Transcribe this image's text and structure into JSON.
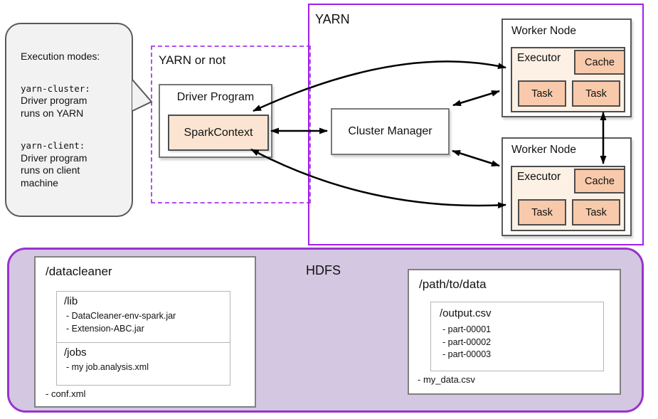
{
  "colors": {
    "yarn_border": "#a21cf0",
    "dashed_border": "#b14df0",
    "hdfs_border": "#9933cc",
    "hdfs_fill": "#d4c7e2",
    "spark_context_fill": "#fbe5d2",
    "executor_fill": "#fdf1e5",
    "cache_task_fill": "#f8caab",
    "bubble_fill": "#f2f2f2",
    "arrow": "#000000"
  },
  "bubble": {
    "title": "Execution modes:",
    "mode1_name": "yarn-cluster:",
    "mode1_line1": "Driver program",
    "mode1_line2": "runs on YARN",
    "mode2_name": "yarn-client:",
    "mode2_line1": "Driver program",
    "mode2_line2": "runs on client",
    "mode2_line3": "machine"
  },
  "yarn_or_not": {
    "label": "YARN or not"
  },
  "driver": {
    "label": "Driver Program",
    "spark_context": "SparkContext"
  },
  "yarn": {
    "label": "YARN"
  },
  "cluster_manager": {
    "label": "Cluster Manager"
  },
  "workers": [
    {
      "label": "Worker Node",
      "executor": "Executor",
      "cache": "Cache",
      "tasks": [
        "Task",
        "Task"
      ]
    },
    {
      "label": "Worker Node",
      "executor": "Executor",
      "cache": "Cache",
      "tasks": [
        "Task",
        "Task"
      ]
    }
  ],
  "hdfs": {
    "label": "HDFS",
    "datacleaner": {
      "title": "/datacleaner",
      "lib": {
        "title": "/lib",
        "files": [
          "- DataCleaner-env-spark.jar",
          "- Extension-ABC.jar"
        ]
      },
      "jobs": {
        "title": "/jobs",
        "files": [
          "- my job.analysis.xml"
        ]
      },
      "root_file": "- conf.xml"
    },
    "path_to_data": {
      "title": "/path/to/data",
      "output": {
        "title": "/output.csv",
        "files": [
          "- part-00001",
          "- part-00002",
          "- part-00003"
        ]
      },
      "root_file": "- my_data.csv"
    }
  }
}
